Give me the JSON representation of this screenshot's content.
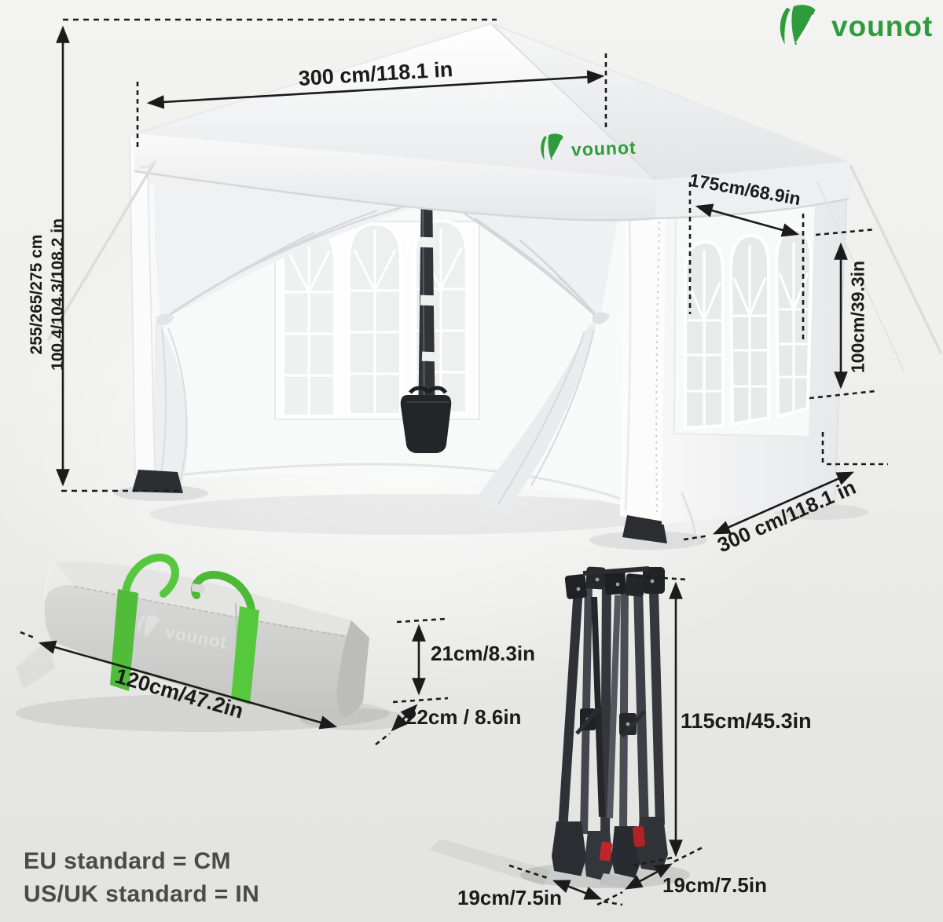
{
  "brand": {
    "name": "vounot",
    "logo_green": "#2e9c3c"
  },
  "tent": {
    "top_width": "300 cm/118.1 in",
    "height_cm": "255/265/275 cm",
    "height_in": "100.4/104.3/108.2 in",
    "window_width": "175cm/68.9in",
    "window_height": "100cm/39.3in",
    "depth": "300 cm/118.1 in",
    "canopy_logo": "vounot"
  },
  "bag": {
    "logo": "vounot",
    "length": "120cm/47.2in",
    "height": "21cm/8.3in",
    "depth": "22cm / 8.6in"
  },
  "frame": {
    "height": "115cm/45.3in",
    "base_left": "19cm/7.5in",
    "base_right": "19cm/7.5in"
  },
  "legend": {
    "eu": "EU standard = CM",
    "us": "US/UK standard = IN"
  }
}
